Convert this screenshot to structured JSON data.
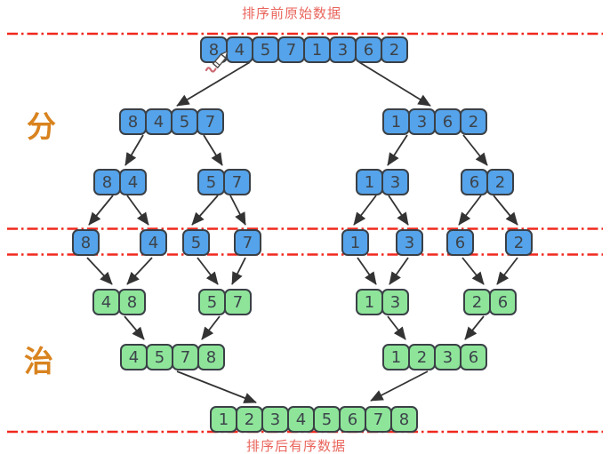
{
  "captions": {
    "top": "排序前原始数据",
    "bottom": "排序后有序数据",
    "divide": "分",
    "conquer": "治"
  },
  "nodes": {
    "root": [
      "8",
      "4",
      "5",
      "7",
      "1",
      "3",
      "6",
      "2"
    ],
    "l1a": [
      "8",
      "4",
      "5",
      "7"
    ],
    "l1b": [
      "1",
      "3",
      "6",
      "2"
    ],
    "l2a": [
      "8",
      "4"
    ],
    "l2b": [
      "5",
      "7"
    ],
    "l2c": [
      "1",
      "3"
    ],
    "l2d": [
      "6",
      "2"
    ],
    "s": [
      "8",
      "4",
      "5",
      "7",
      "1",
      "3",
      "6",
      "2"
    ],
    "m1a": [
      "4",
      "8"
    ],
    "m1b": [
      "5",
      "7"
    ],
    "m1c": [
      "1",
      "3"
    ],
    "m1d": [
      "2",
      "6"
    ],
    "m2a": [
      "4",
      "5",
      "7",
      "8"
    ],
    "m2b": [
      "1",
      "2",
      "3",
      "6"
    ],
    "final": [
      "1",
      "2",
      "3",
      "4",
      "5",
      "6",
      "7",
      "8"
    ]
  },
  "colors": {
    "unsorted_fill": "#55a3ea",
    "sorted_fill": "#8ee59a",
    "box_border": "#3a4046",
    "digit": "#3c434a",
    "divider_red": "#f0281e",
    "caption_red": "#e9655c",
    "phase_orange": "#d9831f",
    "arrow": "#333333"
  }
}
